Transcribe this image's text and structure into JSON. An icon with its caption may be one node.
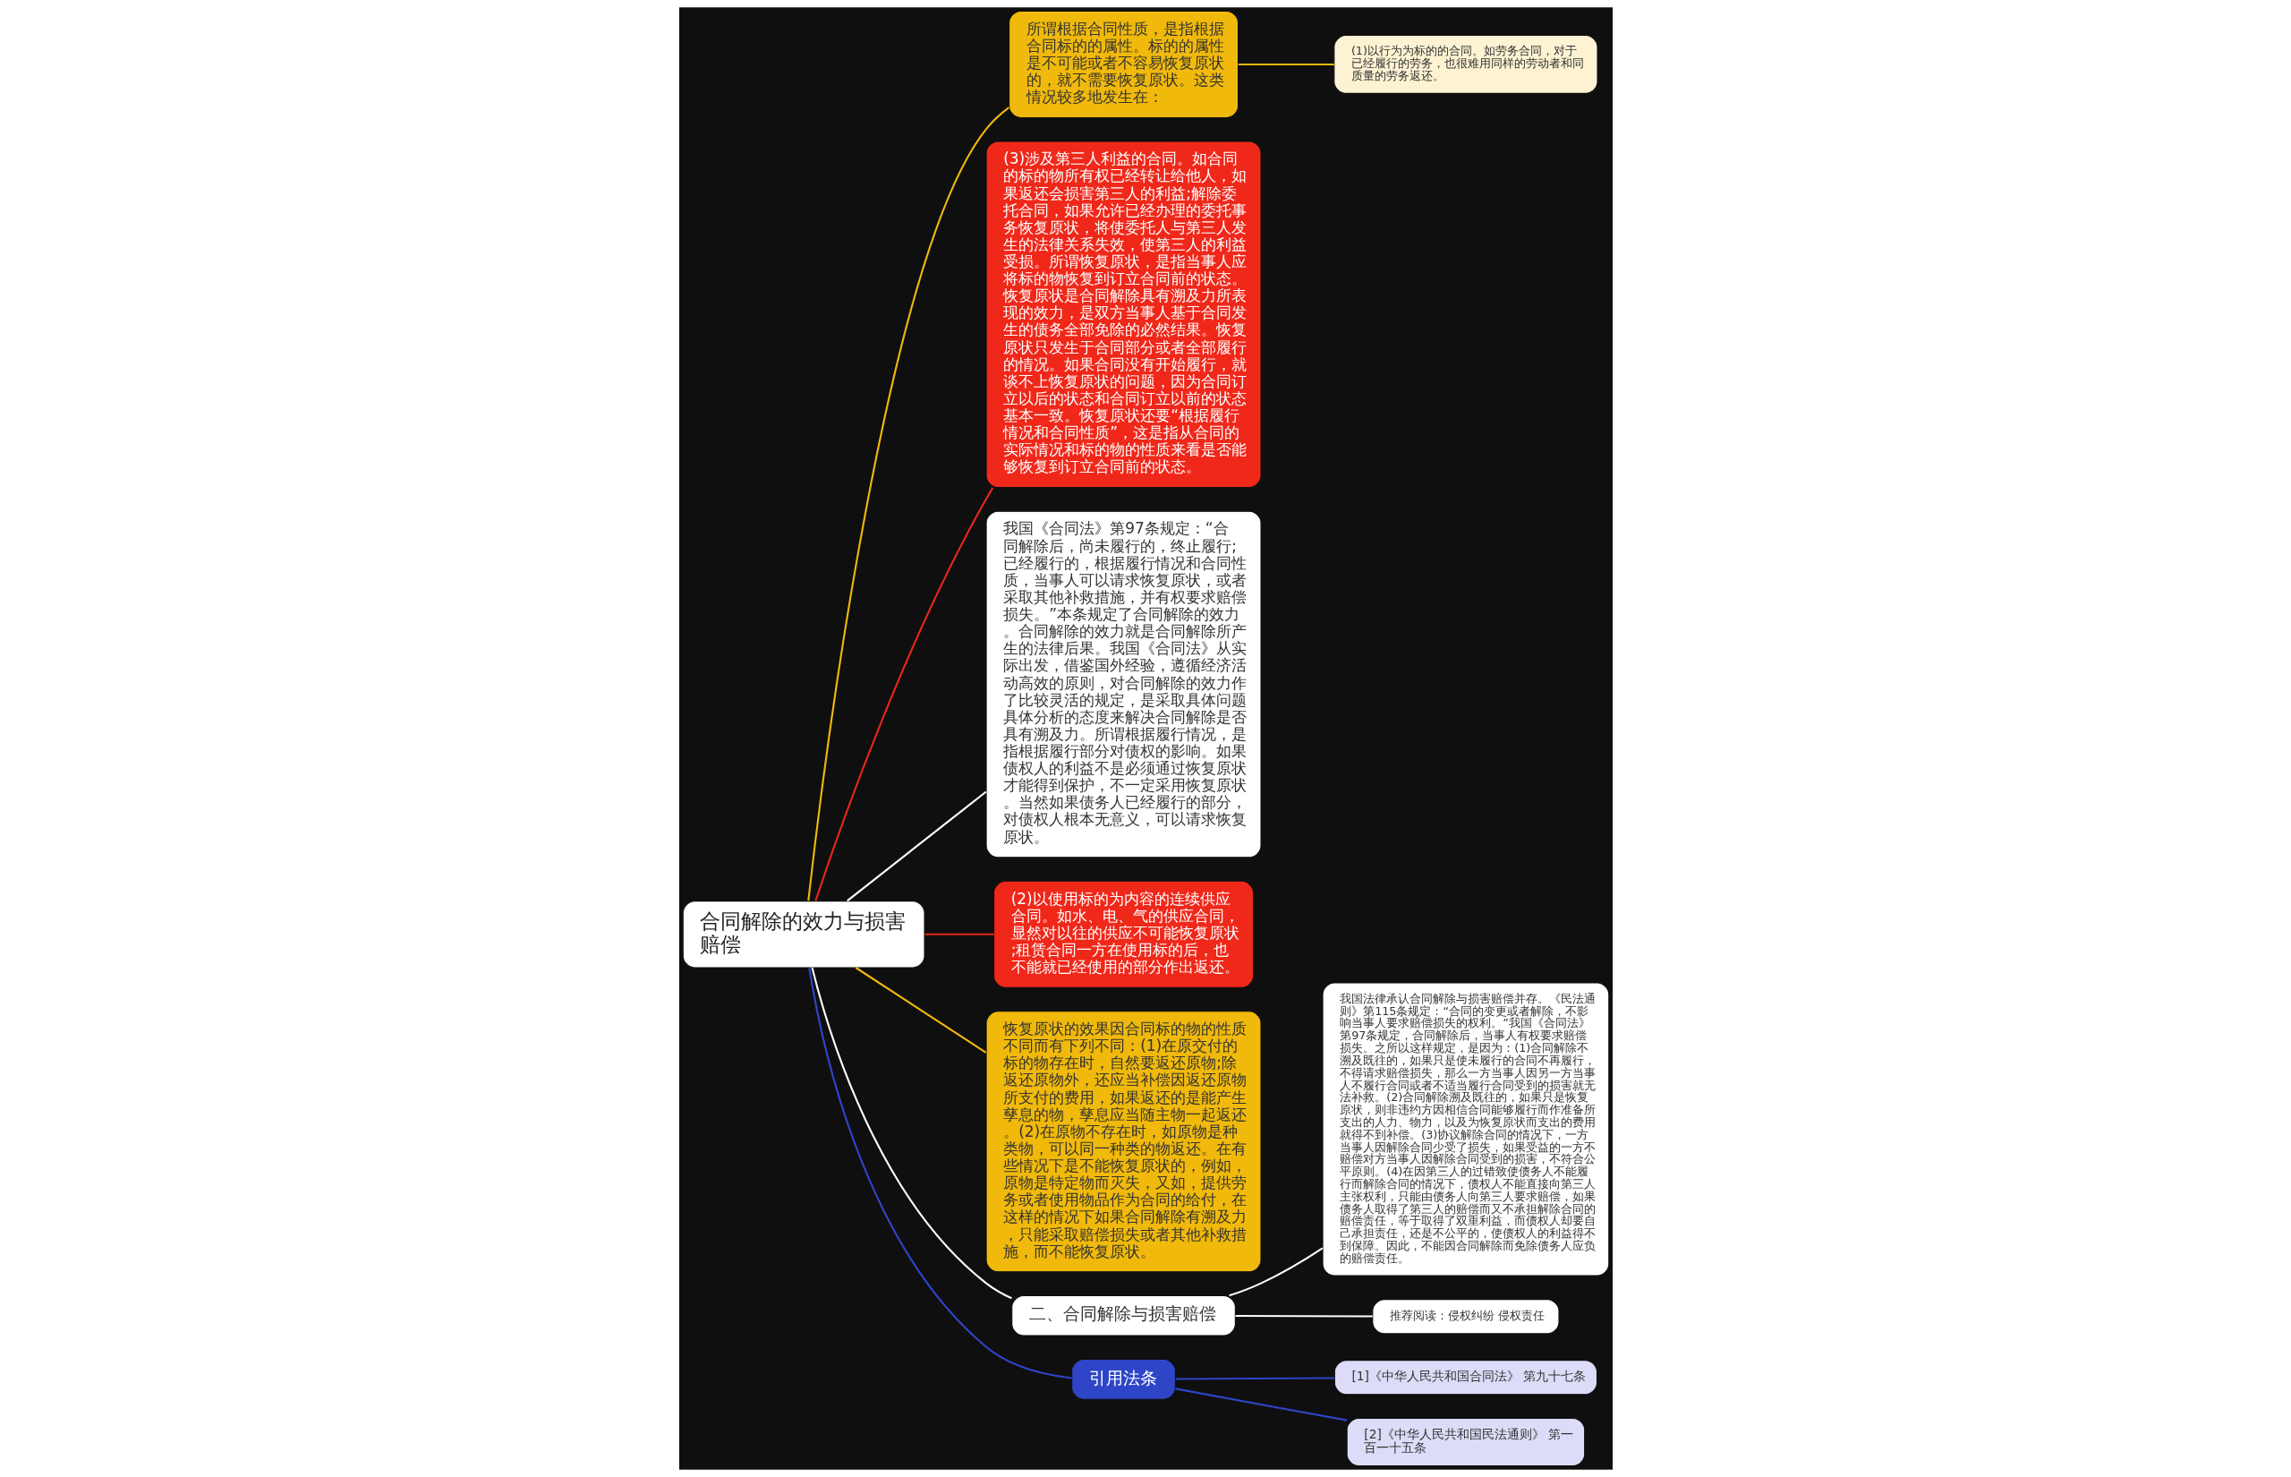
{
  "diagram": {
    "nodes": [
      {
        "text": [
          "合同解除的效力与损害赔偿"
        ]
      },
      {
        "text": [
          "所谓根据合同性质，是指根据合同标的的属性。标的的属性是不可能或者不容易恢复原状的，就不需要恢复原状。这类情况较多地发生在："
        ]
      },
      {
        "text": [
          "(1)以行为为标的的合同。如劳务合同，对于已经履行的劳务，也很难用同样的劳动者和同质量的劳务返还。"
        ]
      },
      {
        "text": [
          "(3)涉及第三人利益的合同。如合同的标的物所有权已经转让给他人，如果返还会损害第三人的利益;解除委托合同，如果允许已经办理的委托事务恢复原状，将使委托人与第三人发生的法律关系失效，使第三人的利益受损。所谓恢复原状，是指当事人应将标的物恢复到订立合同前的状态。恢复原状是合同解除具有溯及力所表现的效力，是双方当事人基于合同发生的债务全部免除的必然结果。恢复原状只发生于合同部分或者全部履行的情况。如果合同没有开始履行，就谈不上恢复原状的问题，因为合同订立以后的状态和合同订立以前的状态基本一致。恢复原状还要“根据履行情况和合同性质”，这是指从合同的实际情况和标的物的性质来看是否能够恢复到订立合同前的状态。"
        ]
      },
      {
        "text": [
          "我国《合同法》第97条规定：“合同解除后，尚未履行的，终止履行;已经履行的，根据履行情况和合同性质，当事人可以请求恢复原状，或者采取其他补救措施，并有权要求赔偿损失。”本条规定了合同解除的效力。合同解除的效力就是合同解除所产生的法律后果。我国《合同法》从实际出发，借鉴国外经验，遵循经济活动高效的原则，对合同解除的效力作了比较灵活的规定，是采取具体问题具体分析的态度来解决合同解除是否具有溯及力。所谓根据履行情况，是指根据履行部分对债权的影响。如果债权人的利益不是必须通过恢复原状才能得到保护，不一定采用恢复原状。当然如果债务人已经履行的部分，对债权人根本无意义，可以请求恢复原状。"
        ]
      },
      {
        "text": [
          "(2)以使用标的为内容的连续供应合同。如水、电、气的供应合同，显然对以往的供应不可能恢复原状;租赁合同一方在使用标的后，也不能就已经使用的部分作出返还。"
        ]
      },
      {
        "text": [
          "恢复原状的效果因合同标的物的性质不同而有下列不同：(1)在原交付的标的物存在时，自然要返还原物;除返还原物外，还应当补偿因返还原物所支付的费用，如果返还的是能产生孳息的物，孳息应当随主物一起返还。(2)在原物不存在时，如原物是种类物，可以同一种类的物返还。在有些情况下是不能恢复原状的，例如，原物是特定物而灭失，又如，提供劳务或者使用物品作为合同的给付，在这样的情况下如果合同解除有溯及力，只能采取赔偿损失或者其他补救措施，而不能恢复原状。"
        ]
      },
      {
        "text": [
          "二、合同解除与损害赔偿"
        ]
      },
      {
        "text": [
          "我国法律承认合同解除与损害赔偿并存。《民法通则》第115条规定：“合同的变更或者解除，不影响当事人要求赔偿损失的权利。”我国《合同法》第97条规定，合同解除后，当事人有权要求赔偿损失。之所以这样规定，是因为：(1)合同解除不溯及既往的，如果只是使未履行的合同不再履行，不得请求赔偿损失，那么一方当事人因另一方当事人不履行合同或者不适当履行合同受到的损害就无法补救。(2)合同解除溯及既往的，如果只是恢复原状，则非违约方因相信合同能够履行而作准备所支出的人力、物力，以及为恢复原状而支出的费用就得不到补偿。(3)协议解除合同的情况下，一方当事人因解除合同少受了损失，如果受益的一方不赔偿对方当事人因解除合同受到的损害，不符合公平原则。(4)在因第三人的过错致使债务人不能履行而解除合同的情况下，债权人不能直接向第三人主张权利，只能由债务人向第三人要求赔偿，如果债务人取得了第三人的赔偿而又不承担解除合同的赔偿责任，等于取得了双重利益，而债权人却要自己承担责任，还是不公平的，使债权人的利益得不到保障。因此，不能因合同解除而免除债务人应负的赔偿责任。"
        ]
      },
      {
        "text": [
          "推荐阅读：侵权纠纷 侵权责任"
        ]
      },
      {
        "text": [
          "引用法条"
        ]
      },
      {
        "text": [
          "[1]《中华人民共和国合同法》 第九十七条"
        ]
      },
      {
        "text": [
          "[2]《中华人民共和国民法通则》 第一百一十五条"
        ]
      }
    ],
    "edges": [
      {
        "from": 0,
        "to": 1,
        "arrow": "none",
        "color": "#f0b90b"
      },
      {
        "from": 1,
        "to": 2,
        "arrow": "none",
        "color": "#f0b90b"
      },
      {
        "from": 0,
        "to": 3,
        "arrow": "none",
        "color": "#e8281a"
      },
      {
        "from": 0,
        "to": 4,
        "arrow": "none"
      },
      {
        "from": 0,
        "to": 5,
        "arrow": "none",
        "color": "#e8281a"
      },
      {
        "from": 0,
        "to": 6,
        "arrow": "none",
        "color": "#f0b90b"
      },
      {
        "from": 0,
        "to": 7,
        "arrow": "none"
      },
      {
        "from": 7,
        "to": 8,
        "arrow": "none"
      },
      {
        "from": 7,
        "to": 9,
        "arrow": "none"
      },
      {
        "from": 0,
        "to": 10,
        "arrow": "none",
        "color": "#2f45c8"
      },
      {
        "from": 10,
        "to": 11,
        "arrow": "none",
        "color": "#2f45c8"
      },
      {
        "from": 10,
        "to": 12,
        "arrow": "none",
        "color": "#2f45c8"
      }
    ]
  }
}
